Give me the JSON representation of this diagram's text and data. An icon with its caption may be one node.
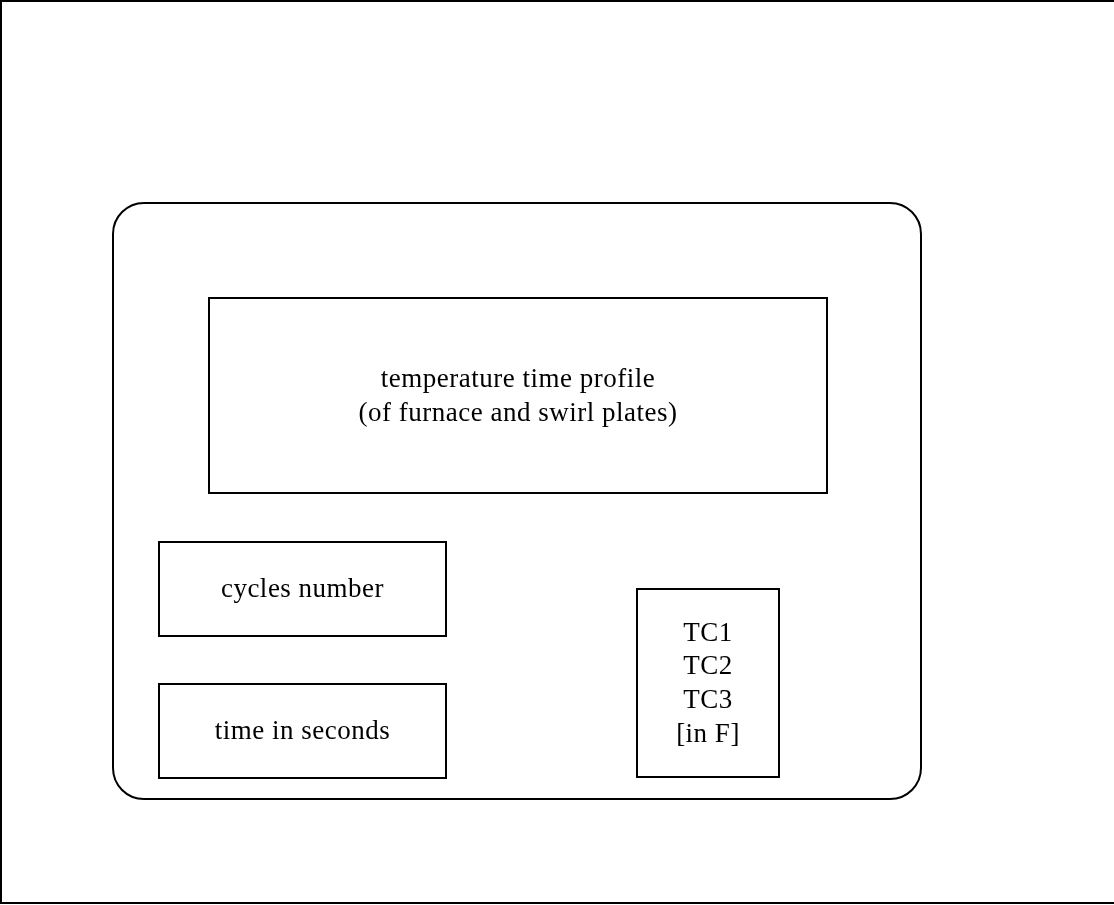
{
  "diagram": {
    "nodes": [
      {
        "text": [],
        "shape": "box"
      },
      {
        "text": [
          "temperature time profile",
          "(of furnace and swirl plates)"
        ],
        "in": 0
      },
      {
        "text": [
          "cycles number"
        ],
        "in": 0
      },
      {
        "text": [
          "time in seconds"
        ],
        "in": 0
      },
      {
        "text": [
          "TC1",
          "TC2",
          "TC3",
          "[in F]"
        ],
        "in": 0
      }
    ]
  }
}
